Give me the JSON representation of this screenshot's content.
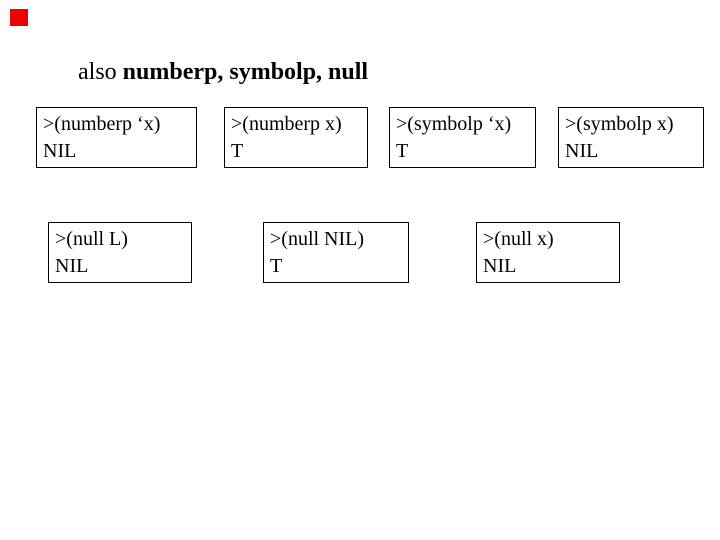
{
  "slide": {
    "accent_color": "#ee0000",
    "title": {
      "prefix": "also ",
      "emphasis": "numberp, symbolp, null"
    },
    "examples": [
      {
        "expr": ">(numberp ‘x)",
        "result": "NIL"
      },
      {
        "expr": ">(numberp x)",
        "result": "T"
      },
      {
        "expr": ">(symbolp ‘x)",
        "result": "T"
      },
      {
        "expr": ">(symbolp x)",
        "result": "NIL"
      },
      {
        "expr": ">(null L)",
        "result": "NIL"
      },
      {
        "expr": ">(null NIL)",
        "result": "T"
      },
      {
        "expr": ">(null x)",
        "result": "NIL"
      }
    ]
  }
}
